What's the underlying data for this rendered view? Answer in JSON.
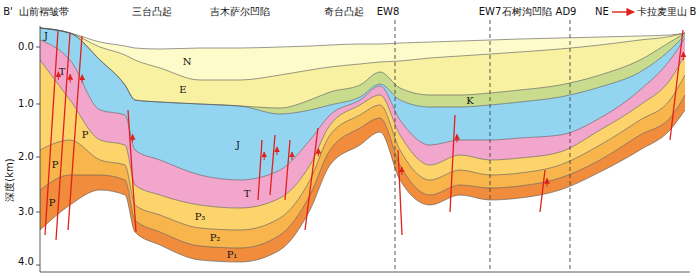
{
  "diagram": {
    "labels": [
      "B'",
      "山前褶皱带",
      "三台凸起",
      "吉木萨尔凹陷",
      "奇台凸起",
      "EW8",
      "EW7",
      "石树沟凹陷",
      "AD9",
      "NE",
      "卡拉麦里山",
      "B",
      "0.0",
      "1.0",
      "2.0",
      "3.0",
      "4.0",
      "深度(km)",
      "J",
      "T",
      "P",
      "P",
      "P",
      "N",
      "E",
      "K",
      "J",
      "T",
      "P₃",
      "P₂",
      "P₁"
    ]
  }
}
